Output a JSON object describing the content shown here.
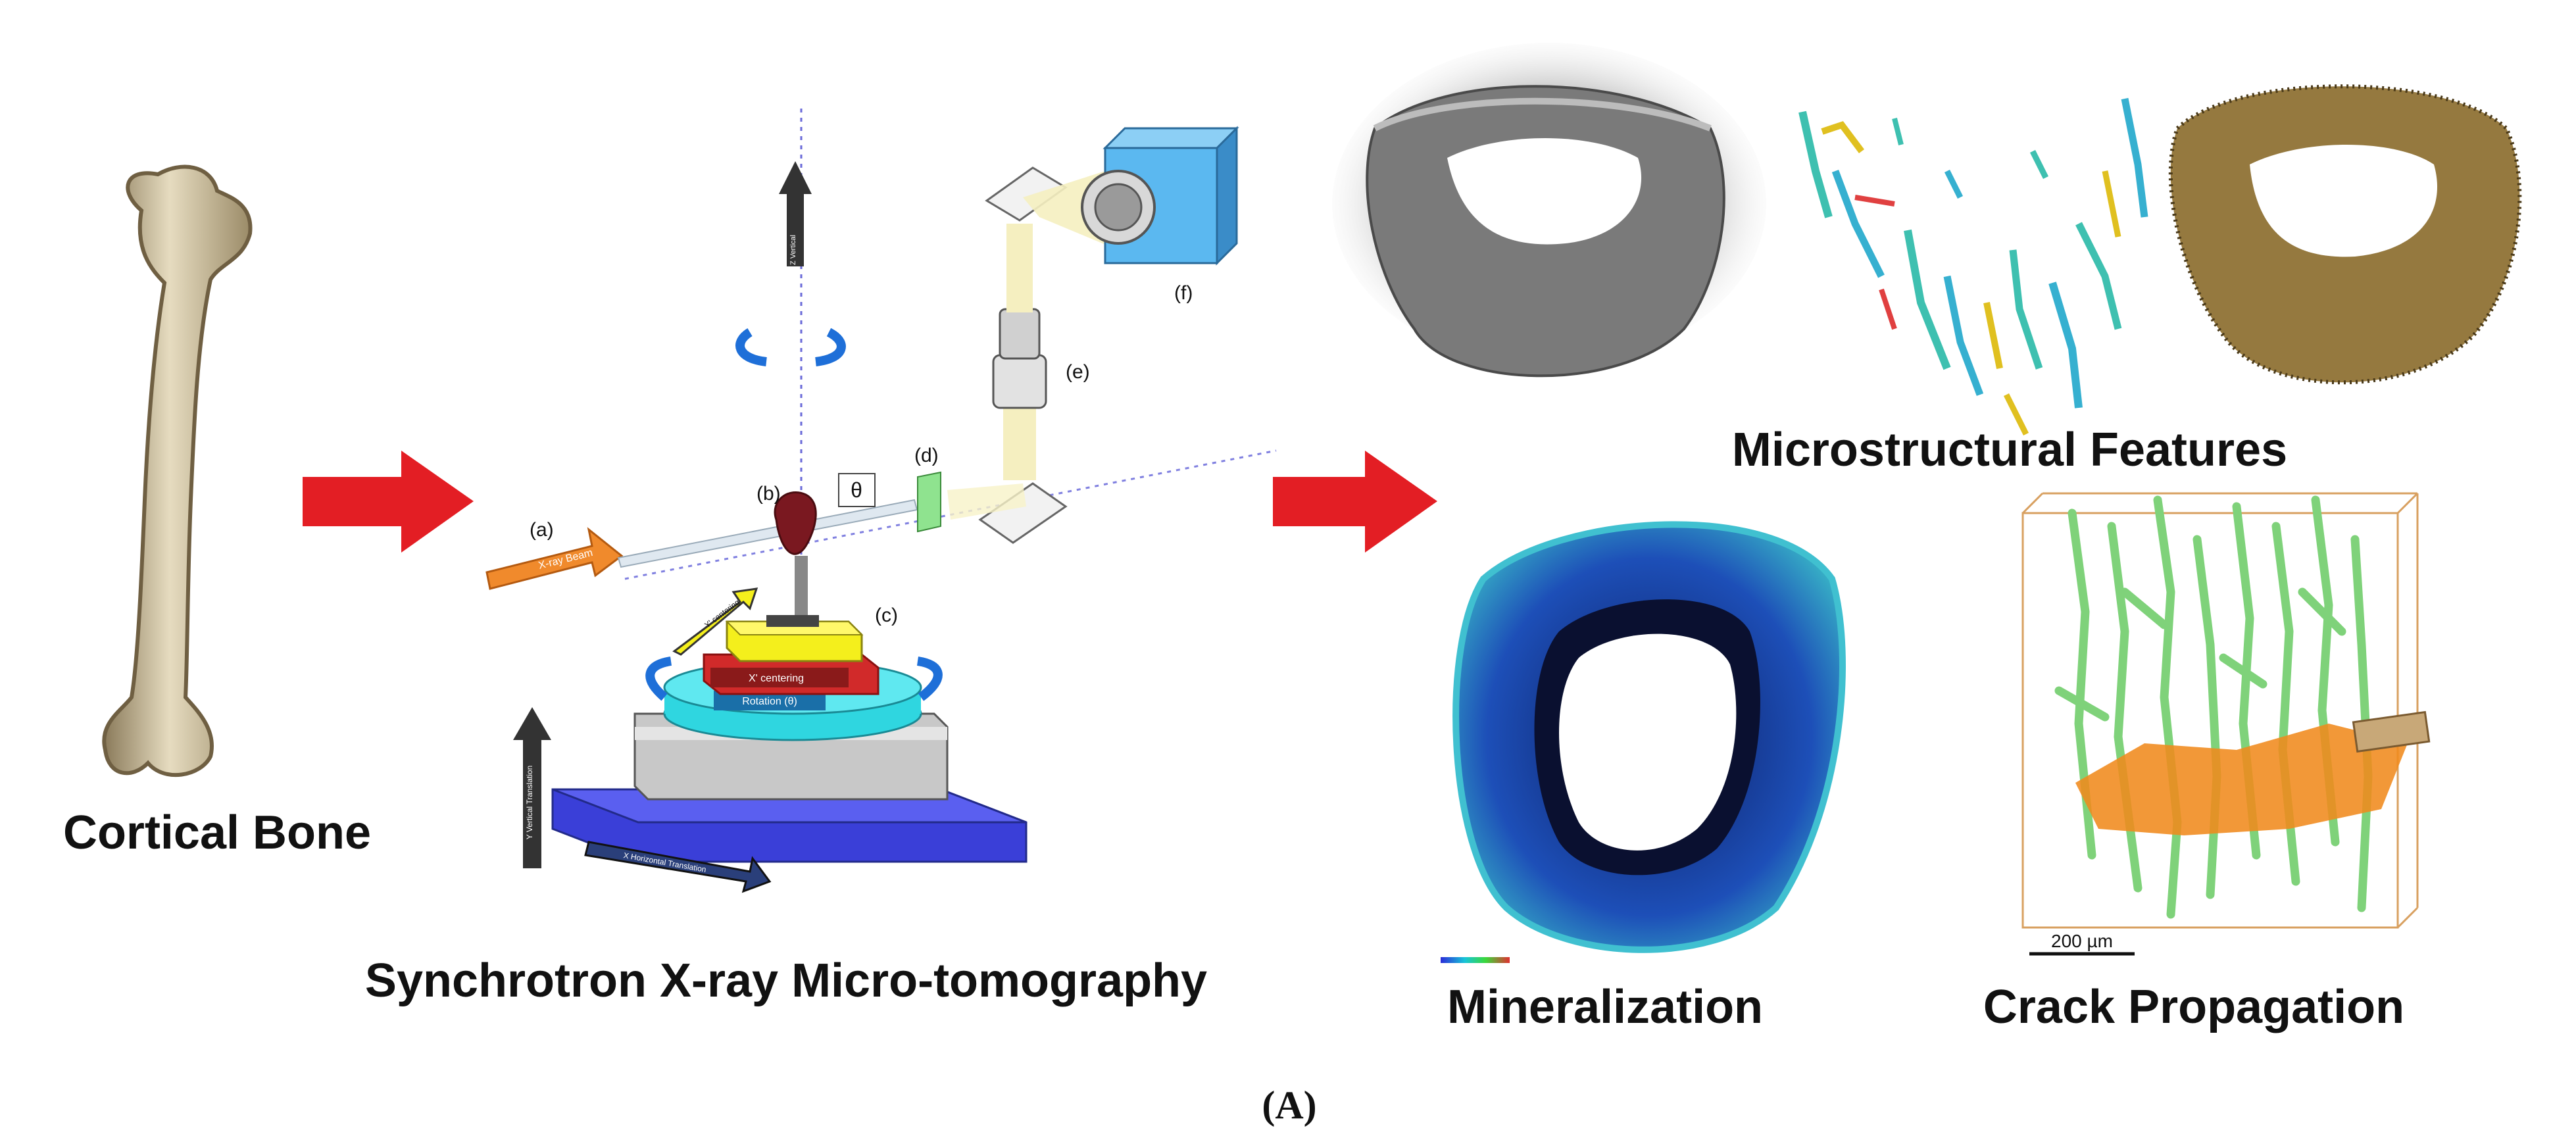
{
  "labels": {
    "cortical_bone": "Cortical Bone",
    "synchrotron": "Synchrotron X-ray Micro-tomography",
    "microstructural": "Microstructural Features",
    "mineralization": "Mineralization",
    "crack_propagation": "Crack Propagation",
    "panel": "(A)"
  },
  "setup": {
    "a": "(a)",
    "b": "(b)",
    "c": "(c)",
    "d": "(d)",
    "e": "(e)",
    "f": "(f)",
    "theta": "θ",
    "xray_beam": "X-ray Beam",
    "x_centering": "X' centering",
    "rotation": "Rotation (θ)",
    "y_centering": "Y' centering",
    "x_horizontal": "X Horizontal Translation",
    "y_vertical": "Y Vertical Translation",
    "z_vertical": "Z Vertical"
  },
  "scale_bar": "200 µm",
  "colors": {
    "arrow_red": "#e31e24",
    "beam_orange": "#f08a2c",
    "stage_blue": "#3a3fd8",
    "stage_cyan": "#2fd6e0",
    "stage_red": "#d12a2a",
    "stage_yellow": "#f4ef1c",
    "camera_blue": "#5bb8f0",
    "crack_orange": "#f08a1c",
    "canal_green": "#7fd27a"
  }
}
